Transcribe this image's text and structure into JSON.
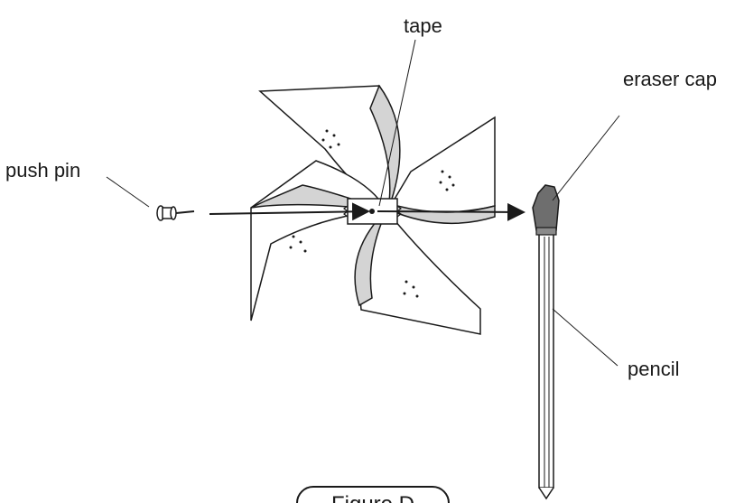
{
  "labels": {
    "tape": "tape",
    "push_pin": "push pin",
    "eraser_cap": "eraser cap",
    "pencil": "pencil",
    "figure": "Figure D"
  },
  "colors": {
    "ink": "#1a1a1a",
    "blade_fill": "#ffffff",
    "blade_fold": "#d4d4d4",
    "eraser": "#6e6e6e",
    "pencil_fill": "#ffffff"
  }
}
